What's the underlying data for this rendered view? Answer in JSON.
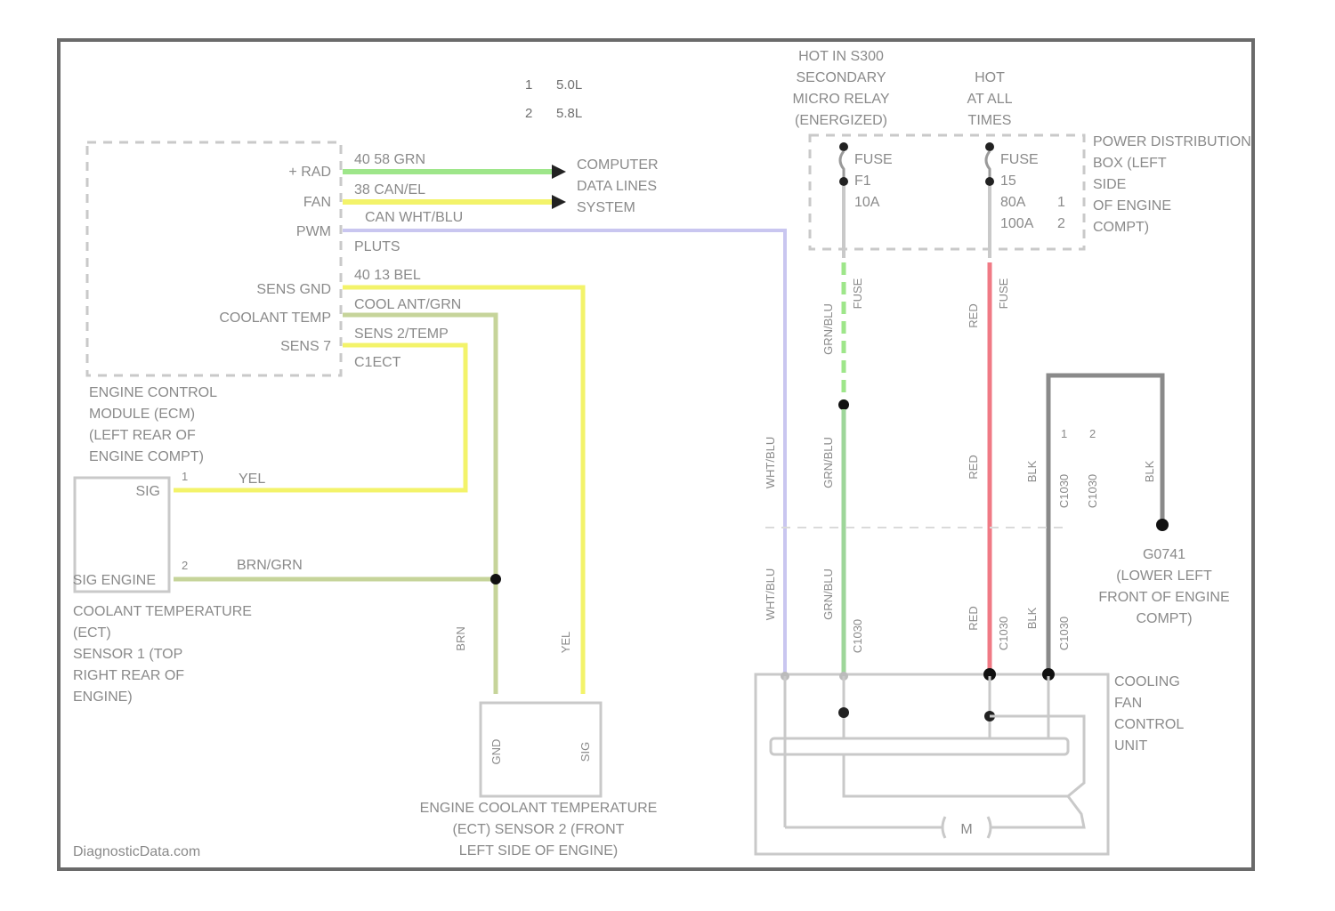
{
  "legend": {
    "items": [
      {
        "num": "1",
        "text": "5.0L"
      },
      {
        "num": "2",
        "text": "5.8L"
      }
    ]
  },
  "power_sources": {
    "hot_relay": [
      "HOT IN S300",
      "SECONDARY",
      "MICRO RELAY",
      "(ENERGIZED)"
    ],
    "hot_all": [
      "HOT",
      "AT ALL",
      "TIMES"
    ]
  },
  "fuses": {
    "fuse_left": {
      "label": "FUSE",
      "number": "F1",
      "rating": "10A"
    },
    "fuse_right": {
      "label": "FUSE",
      "number": "15",
      "rating_1": "80A",
      "rating_1_num": "1",
      "rating_2": "100A",
      "rating_2_num": "2"
    }
  },
  "power_distribution_box": [
    "POWER DISTRIBUTION",
    "BOX (LEFT",
    "SIDE",
    "OF ENGINE",
    "COMPT)"
  ],
  "ecm": {
    "pins": [
      "+ RAD",
      "FAN",
      "PWM",
      "SENS GND",
      "COOLANT TEMP",
      "SENS 7"
    ],
    "wires": [
      "40 58  GRN",
      "38 CAN/EL",
      "CAN WHT/BLU",
      "PLUTS",
      "40 13 BEL",
      "COOL ANT/GRN",
      "SENS 2/TEMP",
      "C1ECT"
    ],
    "label": [
      "ENGINE CONTROL",
      "MODULE (ECM)",
      "(LEFT REAR OF",
      "ENGINE COMPT)"
    ]
  },
  "computer_data_lines": [
    "COMPUTER",
    "DATA LINES",
    "SYSTEM"
  ],
  "ect_sensor_1": {
    "pins": [
      "SIG",
      "SIG ENGINE"
    ],
    "pin_nums": [
      "1",
      "2"
    ],
    "wires": [
      "YEL",
      "BRN/GRN"
    ],
    "label": [
      "COOLANT TEMPERATURE",
      "(ECT)",
      "SENSOR 1 (TOP",
      "RIGHT REAR OF",
      "ENGINE)"
    ]
  },
  "ect_sensor_2": {
    "pins": [
      "GND",
      "SIG"
    ],
    "wire_labels": [
      "BRN",
      "YEL"
    ],
    "label": [
      "ENGINE COOLANT TEMPERATURE",
      "(ECT) SENSOR 2 (FRONT",
      "LEFT SIDE OF ENGINE)"
    ]
  },
  "fan_wires": {
    "wht_blu": "WHT/BLU",
    "grn_blu": "GRN/BLU",
    "red": "RED",
    "blk": "BLK",
    "c_upper": "FUSE",
    "c_lower": "C1030",
    "blk_pin_nums": [
      "1",
      "2"
    ]
  },
  "ground": [
    "G0741",
    "(LOWER LEFT",
    "FRONT OF ENGINE",
    "COMPT)"
  ],
  "fan_control_unit": {
    "label": [
      "COOLING",
      "FAN",
      "CONTROL",
      "UNIT"
    ],
    "motor": "M"
  },
  "watermark": "DiagnosticData.com",
  "colors": {
    "green": "#9ee68a",
    "yellow": "#f3f36a",
    "purple": "#c9c6f0",
    "olive": "#c6d49a",
    "red": "#f07a85",
    "wire_gray": "#9a9a9a",
    "border": "#6a6a6a"
  }
}
